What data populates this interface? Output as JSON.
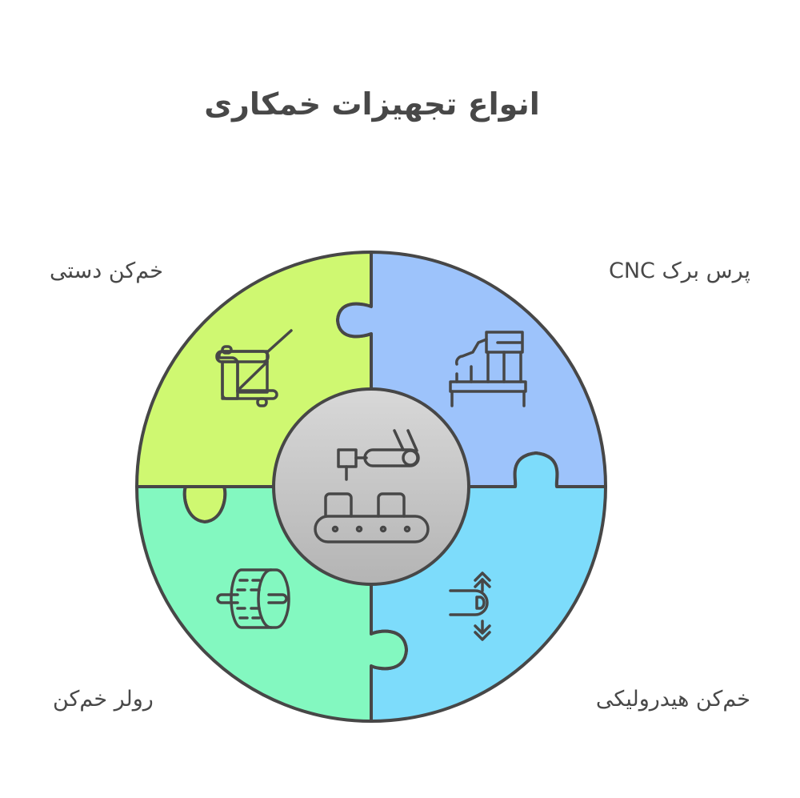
{
  "title": "انواع تجهیزات خمکاری",
  "center": {
    "icon": "robotic-conveyor-icon",
    "color_top": "#d8d8d8",
    "color_bottom": "#b4b4b4"
  },
  "pieces": [
    {
      "position": "top-left",
      "label": "خم‌کن دستی",
      "icon": "manual-bender-icon",
      "color": "#cff871"
    },
    {
      "position": "top-right",
      "label": "پرس برک CNC",
      "icon": "press-brake-icon",
      "color": "#9dc3fb"
    },
    {
      "position": "bottom-left",
      "label": "رولر خم‌کن",
      "icon": "roller-icon",
      "color": "#83f8c0"
    },
    {
      "position": "bottom-right",
      "label": "خم‌کن هیدرولیکی",
      "icon": "hydraulic-bender-icon",
      "color": "#7ddcfb"
    }
  ],
  "stroke_color": "#474747"
}
